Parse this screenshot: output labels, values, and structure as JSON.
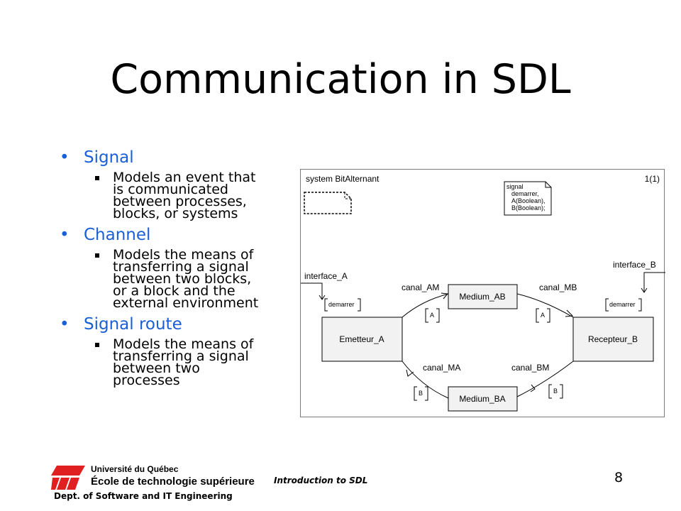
{
  "slide": {
    "title": "Communication in SDL",
    "page_number": "8"
  },
  "bullets": [
    {
      "label": "Signal",
      "sub_lines": [
        "Models an event that",
        "is communicated",
        "between processes,",
        "blocks, or systems"
      ]
    },
    {
      "label": "Channel",
      "sub_lines": [
        "Models the means of",
        "transferring a signal",
        "between two blocks,",
        "or a block and the",
        "external environment"
      ]
    },
    {
      "label": "Signal route",
      "sub_lines": [
        "Models the means of",
        "transferring a signal",
        "between two",
        "processes"
      ]
    }
  ],
  "diagram": {
    "system_name": "system BitAlternant",
    "page_ref": "1(1)",
    "signal_decl": [
      "signal",
      "demarrer,",
      "A(Boolean),",
      "B(Boolean);"
    ],
    "blocks": {
      "emetteur": "Emetteur_A",
      "recepteur": "Recepteur_B",
      "medium_ab": "Medium_AB",
      "medium_ba": "Medium_BA"
    },
    "channels": {
      "interface_a": "interface_A",
      "interface_b": "interface_B",
      "canal_am": "canal_AM",
      "canal_mb": "canal_MB",
      "canal_ma": "canal_MA",
      "canal_bm": "canal_BM"
    },
    "signal_lists": {
      "demarrer": "demarrer",
      "a": "A",
      "b": "B"
    }
  },
  "footer": {
    "university": "Université du Québec",
    "school": "École de technologie supérieure",
    "department": "Dept. of Software and IT Engineering",
    "course": "Introduction to SDL"
  },
  "colors": {
    "bullet_blue": "#1a5fd6",
    "logo_red": "#e02020",
    "block_gray": "#f2f2f2"
  }
}
